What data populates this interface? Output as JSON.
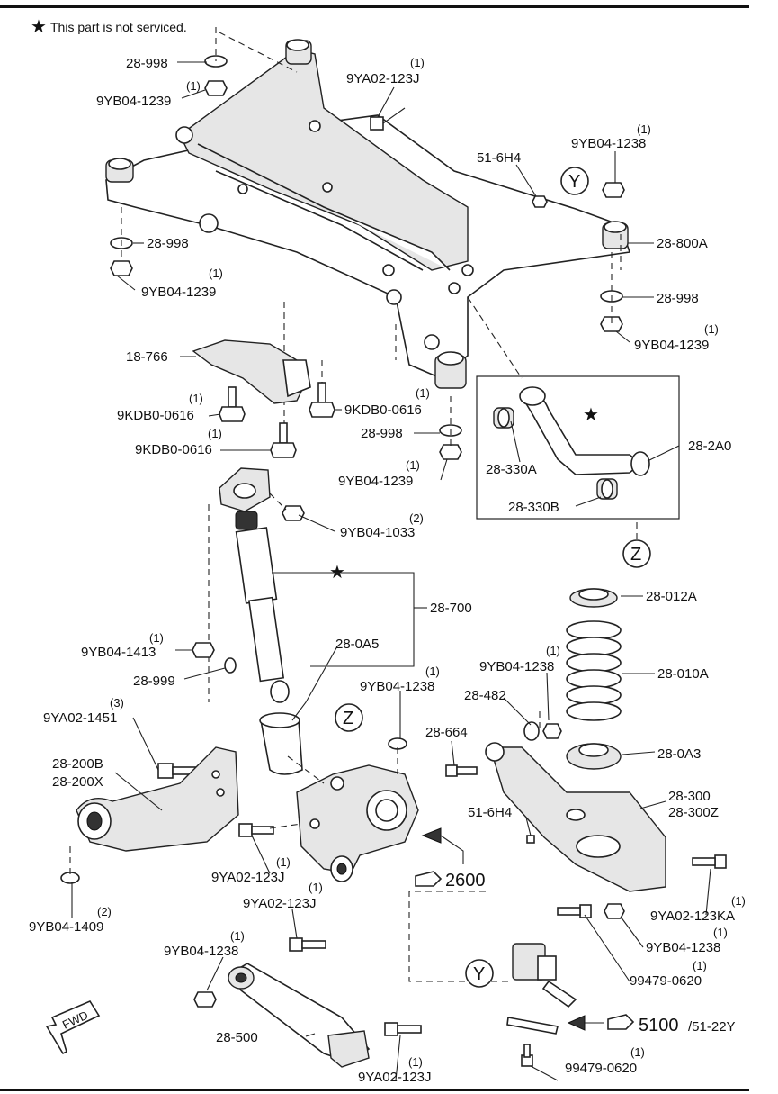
{
  "note": {
    "symbol": "★",
    "text": "This part is not serviced."
  },
  "labels": {
    "l_28_998_a": "28-998",
    "l_9yb04_1239_a": "9YB04-1239",
    "q_9yb04_1239_a": "(1)",
    "l_9ya02_123j_a": "9YA02-123J",
    "q_9ya02_123j_a": "(1)",
    "l_51_6h4_a": "51-6H4",
    "l_9yb04_1238_a": "9YB04-1238",
    "q_9yb04_1238_a": "(1)",
    "l_28_998_b": "28-998",
    "l_9yb04_1239_b": "9YB04-1239",
    "q_9yb04_1239_b": "(1)",
    "l_28_800a": "28-800A",
    "l_28_998_c": "28-998",
    "l_9yb04_1239_c": "9YB04-1239",
    "q_9yb04_1239_c": "(1)",
    "l_18_766": "18-766",
    "l_9kdb0_0616_a": "9KDB0-0616",
    "q_9kdb0_0616_a": "(1)",
    "l_9kdb0_0616_b": "9KDB0-0616",
    "q_9kdb0_0616_b": "(1)",
    "l_9kdb0_0616_c": "9KDB0-0616",
    "q_9kdb0_0616_c": "(1)",
    "l_28_998_d": "28-998",
    "l_9yb04_1239_d": "9YB04-1239",
    "q_9yb04_1239_d": "(1)",
    "l_28_330a": "28-330A",
    "l_28_330b": "28-330B",
    "l_28_2a0": "28-2A0",
    "l_9yb04_1033": "9YB04-1033",
    "q_9yb04_1033": "(2)",
    "l_28_700": "28-700",
    "l_28_0a5": "28-0A5",
    "l_9yb04_1413": "9YB04-1413",
    "q_9yb04_1413": "(1)",
    "l_28_999": "28-999",
    "l_9ya02_1451": "9YA02-1451",
    "q_9ya02_1451": "(3)",
    "l_28_200b": "28-200B",
    "l_28_200x": "28-200X",
    "l_9yb04_1409": "9YB04-1409",
    "q_9yb04_1409": "(2)",
    "l_9yb04_1238_b": "9YB04-1238",
    "q_9yb04_1238_b": "(1)",
    "l_9ya02_123j_b": "9YA02-123J",
    "q_9ya02_123j_b": "(1)",
    "l_9ya02_123j_c": "9YA02-123J",
    "q_9ya02_123j_c": "(1)",
    "l_9yb04_1238_c": "9YB04-1238",
    "q_9yb04_1238_c": "(1)",
    "l_28_500": "28-500",
    "l_9ya02_123j_d": "9YA02-123J",
    "q_9ya02_123j_d": "(1)",
    "l_28_012a": "28-012A",
    "l_28_010a": "28-010A",
    "l_9yb04_1238_d": "9YB04-1238",
    "q_9yb04_1238_d": "(1)",
    "l_28_482": "28-482",
    "l_28_664": "28-664",
    "l_28_0a3": "28-0A3",
    "l_28_300": "28-300",
    "l_28_300z": "28-300Z",
    "l_51_6h4_b": "51-6H4",
    "l_9ya02_123ka": "9YA02-123KA",
    "q_9ya02_123ka": "(1)",
    "l_9yb04_1238_e": "9YB04-1238",
    "q_9yb04_1238_e": "(1)",
    "l_99479_0620_a": "99479-0620",
    "q_99479_0620_a": "(1)",
    "l_99479_0620_b": "99479-0620",
    "q_99479_0620_b": "(1)",
    "ref_2600": "2600",
    "ref_5100": "5100",
    "ref_51_22y": "/51-22Y",
    "fwd": "FWD",
    "mark_y_1": "Y",
    "mark_y_2": "Y",
    "mark_z_1": "Z",
    "mark_z_2": "Z",
    "star_a": "★",
    "star_b": "★"
  }
}
